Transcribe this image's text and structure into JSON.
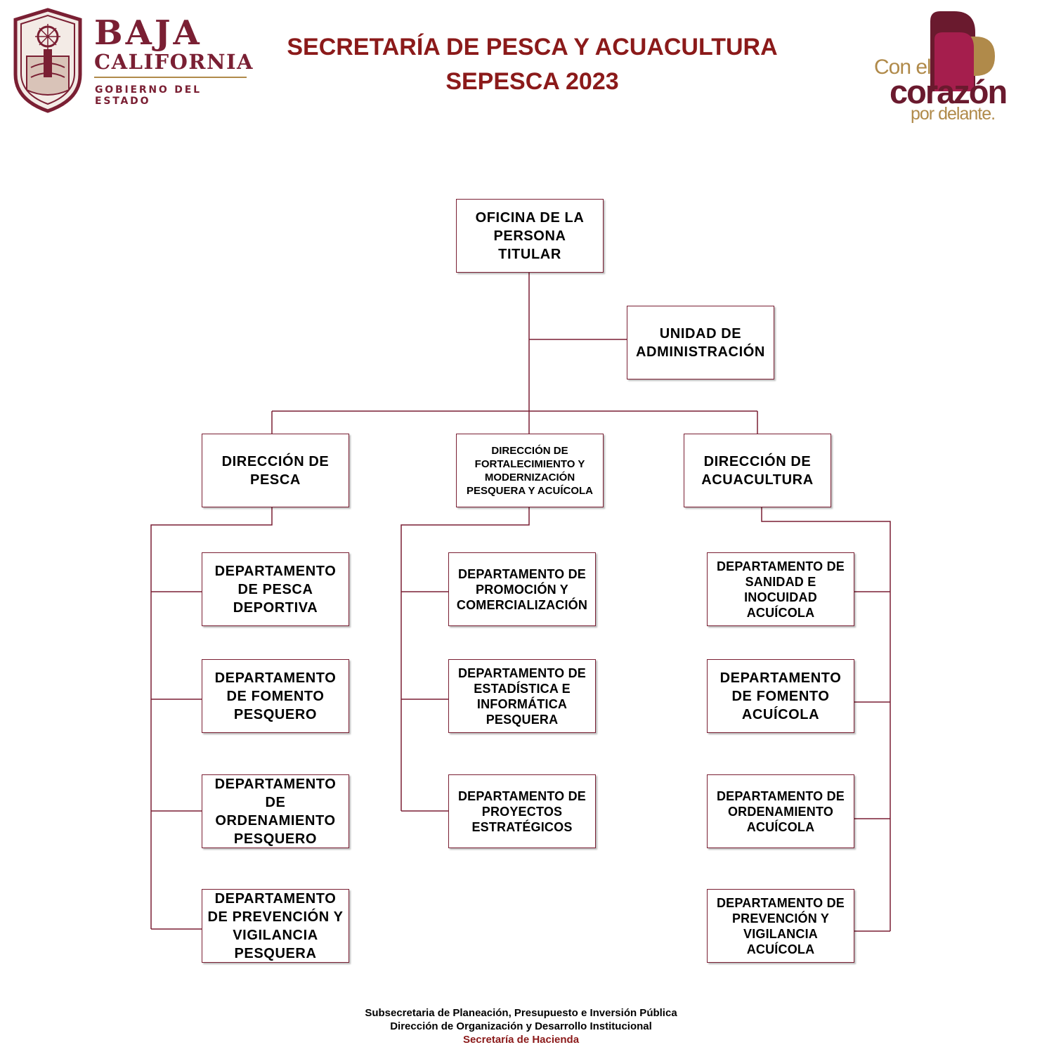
{
  "header": {
    "logo_left": {
      "line1": "BAJA",
      "line2": "CALIFORNIA",
      "line3": "GOBIERNO DEL ESTADO"
    },
    "title_line1": "SECRETARÍA DE PESCA Y ACUACULTURA",
    "title_line2": "SEPESCA 2023",
    "logo_right": {
      "line1": "Con el",
      "line2": "corazón",
      "line3": "por delante."
    }
  },
  "colors": {
    "maroon": "#7a1f33",
    "title": "#8b1a1a",
    "gold": "#b08a4a",
    "magenta": "#a51e4d"
  },
  "org": {
    "titular": "OFICINA DE LA PERSONA TITULAR",
    "unidad_admin": "UNIDAD DE ADMINISTRACIÓN",
    "dir_pesca": "DIRECCIÓN DE PESCA",
    "dir_fortalecimiento": "DIRECCIÓN DE FORTALECIMIENTO Y MODERNIZACIÓN PESQUERA Y ACUÍCOLA",
    "dir_acuacultura": "DIRECCIÓN DE ACUACULTURA",
    "pesca_depts": [
      "DEPARTAMENTO DE PESCA DEPORTIVA",
      "DEPARTAMENTO DE FOMENTO PESQUERO",
      "DEPARTAMENTO DE ORDENAMIENTO PESQUERO",
      "DEPARTAMENTO DE PREVENCIÓN Y VIGILANCIA PESQUERA"
    ],
    "fortalecimiento_depts": [
      "DEPARTAMENTO DE PROMOCIÓN Y COMERCIALIZACIÓN",
      "DEPARTAMENTO DE ESTADÍSTICA E INFORMÁTICA PESQUERA",
      "DEPARTAMENTO DE PROYECTOS ESTRATÉGICOS"
    ],
    "acuacultura_depts": [
      "DEPARTAMENTO DE SANIDAD E INOCUIDAD ACUÍCOLA",
      "DEPARTAMENTO DE FOMENTO ACUÍCOLA",
      "DEPARTAMENTO DE ORDENAMIENTO ACUÍCOLA",
      "DEPARTAMENTO DE PREVENCIÓN Y VIGILANCIA ACUÍCOLA"
    ]
  },
  "footer": {
    "line1": "Subsecretaria de Planeación, Presupuesto e Inversión Pública",
    "line2": "Dirección de Organización y Desarrollo Institucional",
    "line3": "Secretaría de Hacienda"
  }
}
